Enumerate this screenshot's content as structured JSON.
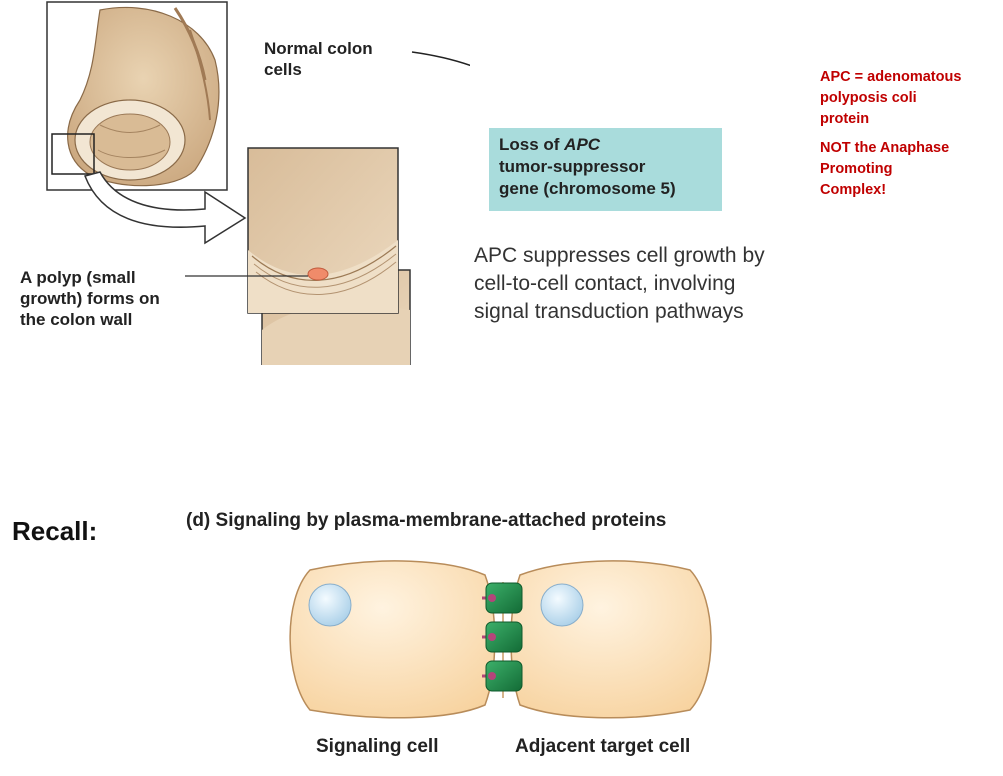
{
  "top_figure": {
    "normal_label": [
      "Normal colon",
      "cells"
    ],
    "polyp_label": [
      "A polyp (small",
      "growth) forms on",
      "the colon wall"
    ],
    "apc_box": {
      "prefix": "Loss of ",
      "gene": "APC",
      "line2": "tumor-suppressor",
      "line3": "gene (chromosome 5)"
    },
    "apc_description": [
      "APC suppresses cell growth by",
      "cell-to-cell contact, involving",
      "signal transduction pathways"
    ]
  },
  "note": {
    "line1": [
      "APC = adenomatous",
      "polyposis coli",
      "protein"
    ],
    "line2": [
      "NOT the Anaphase",
      "Promoting",
      "Complex!"
    ]
  },
  "recall": "Recall:",
  "bottom_figure": {
    "title": "(d)  Signaling by plasma-membrane-attached proteins",
    "signaling_cell": "Signaling cell",
    "target_cell": "Adjacent target cell"
  },
  "colors": {
    "apc_box": "#a9dcdc",
    "note_red": "#c00000",
    "cell_fill": "#fde2b8",
    "receptor_green": "#1e8a4c",
    "ligand_magenta": "#b4457a",
    "nucleus_blue": "#cfe6f7"
  }
}
